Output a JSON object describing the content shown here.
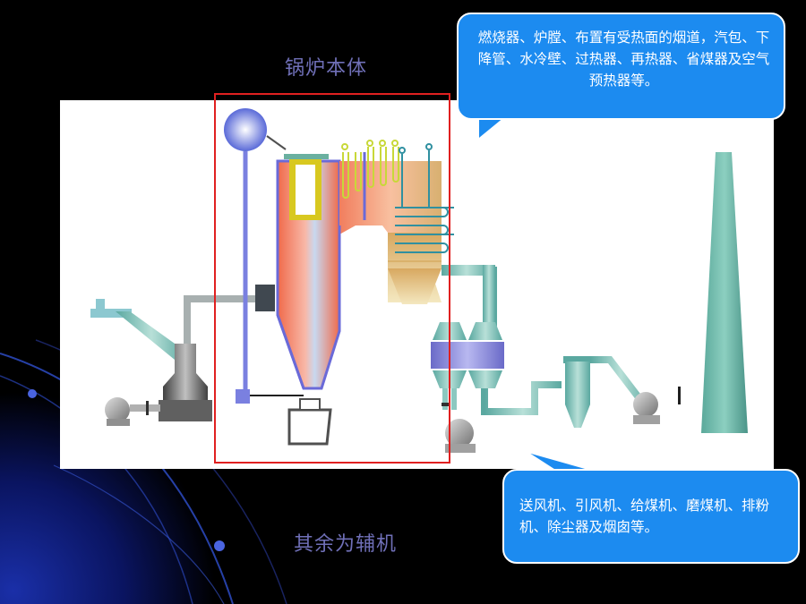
{
  "titles": {
    "boiler_body": "锅炉本体",
    "auxiliaries": "其余为辅机"
  },
  "callouts": {
    "boiler_components": "燃烧器、炉膛、布置有受热面的烟道，汽包、下降管、水冷壁、过热器、再热器、省煤器及空气预热器等。",
    "auxiliary_components": "送风机、引风机、给煤机、磨煤机、排粉机、除尘器及烟囱等。"
  },
  "colors": {
    "background": "#000000",
    "callout_fill": "#1c8bf0",
    "frame": "#e02020",
    "title_text": "#7070b8"
  }
}
